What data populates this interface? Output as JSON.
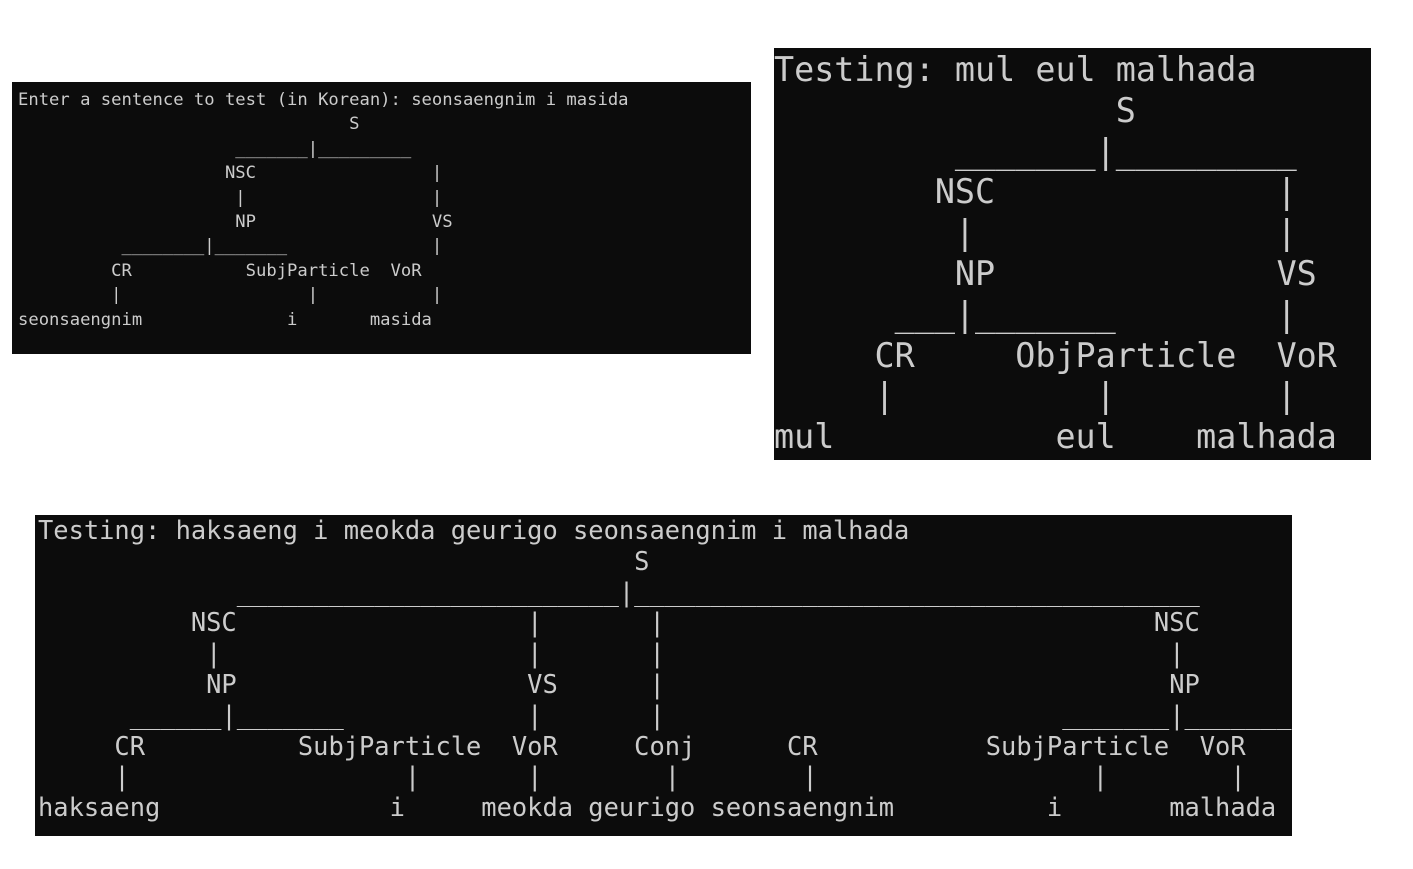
{
  "terminals": [
    {
      "lines": [
        "Enter a sentence to test (in Korean): seonsaengnim i masida",
        "                                S",
        "                     _______|_________",
        "                    NSC                 |",
        "                     |                  |",
        "                     NP                 VS",
        "          ________|_______              |",
        "         CR           SubjParticle  VoR",
        "         |                  |           |",
        "seonsaengnim              i       masida"
      ]
    },
    {
      "lines": [
        "Testing: mul eul malhada",
        "                 S",
        "         _______|_________",
        "        NSC              |",
        "         |               |",
        "         NP              VS",
        "      ___|_______        |",
        "     CR     ObjParticle  VoR",
        "     |          |        |",
        "mul           eul    malhada"
      ]
    },
    {
      "lines": [
        "Testing: haksaeng i meokda geurigo seonsaengnim i malhada",
        "                                       S",
        "             _________________________|_____________________________________",
        "          NSC                   |       |                                NSC                   |",
        "           |                    |       |                                 |                    |",
        "           NP                   VS      |                                 NP                   VS",
        "      ______|_______            |       |                          _______|_______             |",
        "     CR          SubjParticle  VoR     Conj      CR           SubjParticle  VoR",
        "     |                  |       |        |        |                  |        |",
        "haksaeng               i     meokda geurigo seonsaengnim          i       malhada"
      ]
    }
  ]
}
